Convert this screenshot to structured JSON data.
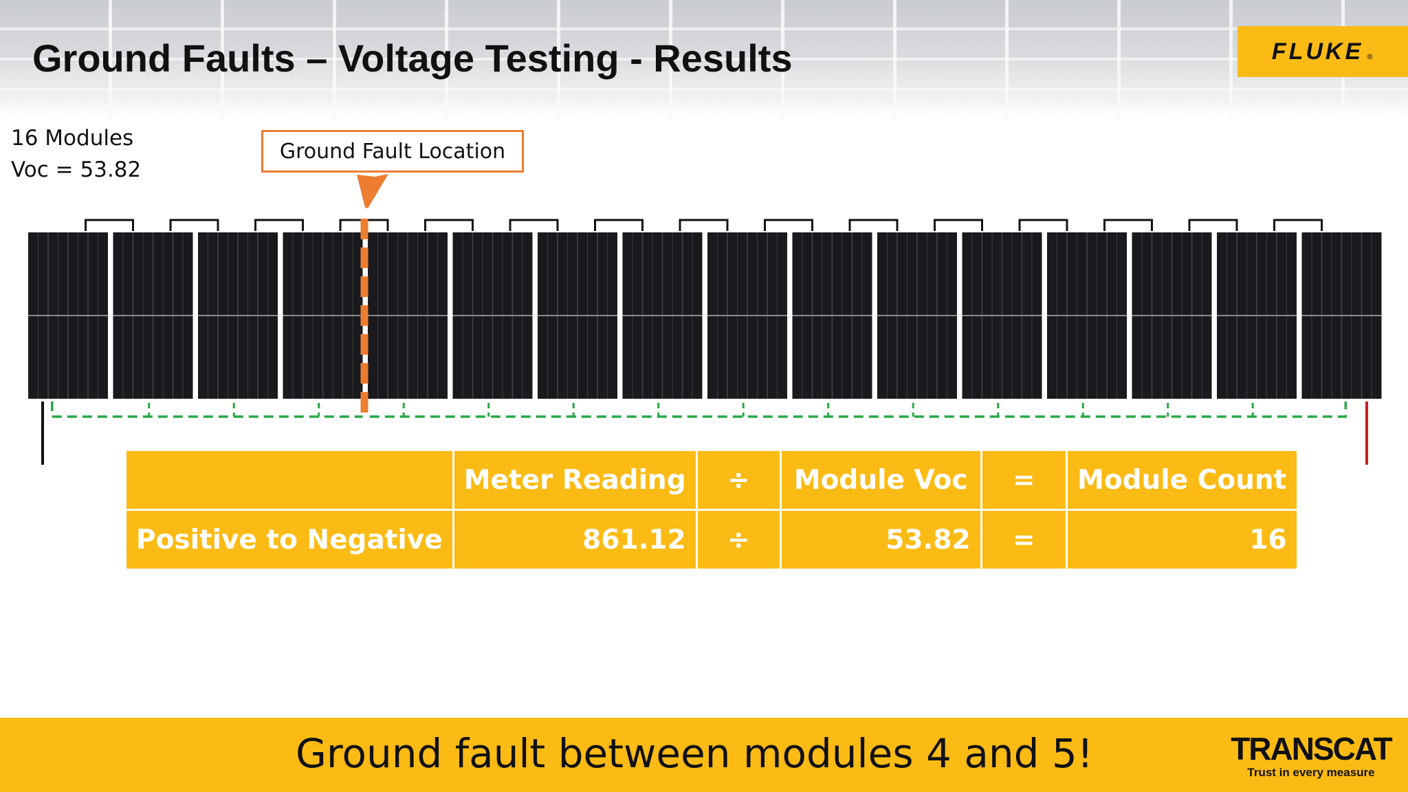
{
  "slide": {
    "title": "Ground Faults – Voltage Testing - Results",
    "brand_logo": "FLUKE",
    "brand_logo_mark": "®"
  },
  "string_info": {
    "modules_line": "16 Modules",
    "voc_line": "Voc = 53.82"
  },
  "callout": {
    "label": "Ground Fault Location"
  },
  "diagram": {
    "module_count": 16,
    "fault_between_modules": [
      4,
      5
    ],
    "colors": {
      "module": "#1a1a1e",
      "fault_marker": "#ed7d31",
      "measurement_path": "#27a845",
      "positive_lead": "#cc1f1f",
      "negative_lead": "#111111"
    }
  },
  "table": {
    "header": [
      "",
      "Meter Reading",
      "÷",
      "Module Voc",
      "=",
      "Module Count"
    ],
    "rows": [
      [
        "Positive to Negative",
        "861.12",
        "÷",
        "53.82",
        "=",
        "16"
      ]
    ],
    "fill_color": "#fcbb14"
  },
  "footer": {
    "conclusion": "Ground fault between modules 4 and 5!",
    "logo_name": "TRANSCAT",
    "logo_tagline": "Trust in every measure"
  }
}
